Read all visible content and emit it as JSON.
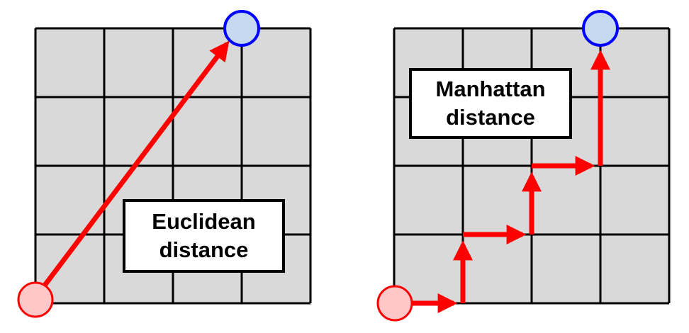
{
  "colors": {
    "cell_fill": "#d9d9d9",
    "grid_line": "#000000",
    "path": "#ff0000",
    "start_fill": "#ffc7c7",
    "start_stroke": "#ff0000",
    "end_fill": "#c5d9f1",
    "end_stroke": "#0000ff",
    "label_border": "#000000"
  },
  "panels": [
    {
      "id": "euclidean",
      "grid": {
        "rows": 4,
        "cols": 4
      },
      "path_style": "straight-diagonal",
      "label": {
        "line1": "Euclidean",
        "line2": "distance"
      }
    },
    {
      "id": "manhattan",
      "grid": {
        "rows": 4,
        "cols": 4
      },
      "path_style": "staircase",
      "label": {
        "line1": "Manhattan",
        "line2": "distance"
      }
    }
  ]
}
